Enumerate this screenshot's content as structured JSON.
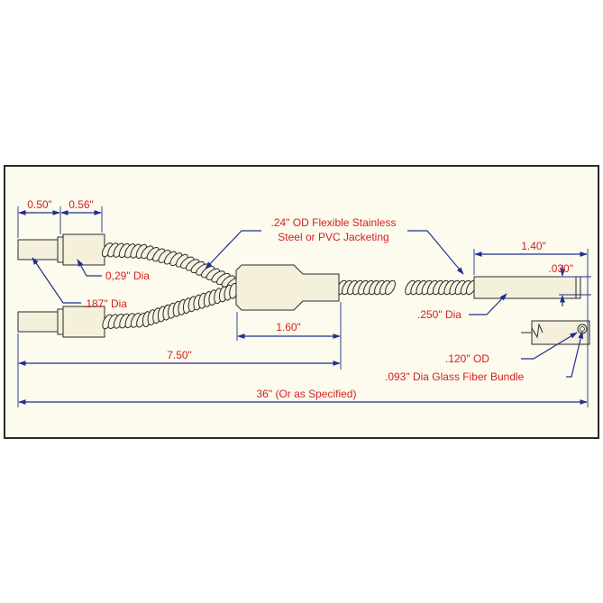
{
  "drawing": {
    "colors": {
      "background": "#ffffff",
      "panel": "#fdfbee",
      "frame": "#2a2a2a",
      "dimension_line": "#1f2f8f",
      "label_text": "#d3211f",
      "part_fill": "#f4f0dc"
    },
    "labels": {
      "dim_050": "0.50\"",
      "dim_056": "0.56\"",
      "dia_029": "0,29\" Dia",
      "dia_187": ".187\" Dia",
      "jacket_line1": ".24\" OD Flexible Stainless",
      "jacket_line2": "Steel or PVC Jacketing",
      "dim_160": "1.60\"",
      "dim_750": "7.50\"",
      "dim_140": "1.40\"",
      "dim_030": ".030\"",
      "dia_250": ".250\" Dia",
      "od_120": ".120\" OD",
      "fiber_bundle": ".093\" Dia Glass Fiber Bundle",
      "overall_length": "36\" (Or as Specified)"
    }
  }
}
